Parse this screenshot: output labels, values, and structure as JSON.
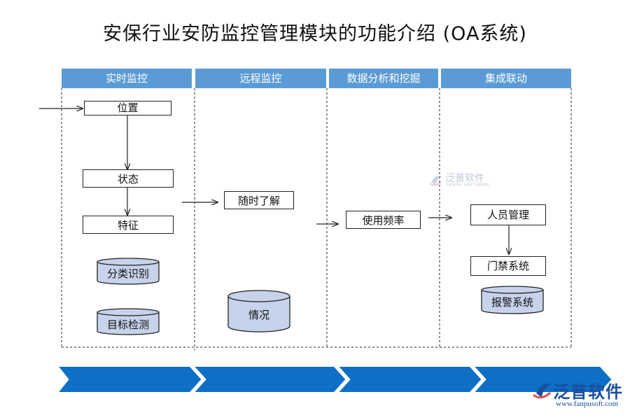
{
  "title": "安保行业安防监控管理模块的功能介绍 (OA系统)",
  "columns": [
    {
      "label": "实时监控"
    },
    {
      "label": "远程监控"
    },
    {
      "label": "数据分析和挖掘"
    },
    {
      "label": "集成联动"
    }
  ],
  "realtime": {
    "position": "位置",
    "status": "状态",
    "feature": "特征",
    "classify": "分类识别",
    "target": "目标检测"
  },
  "remote": {
    "anytime": "随时了解",
    "situation": "情况"
  },
  "analysis": {
    "frequency": "使用频率"
  },
  "integration": {
    "personnel": "人员管理",
    "access": "门禁系统",
    "alarm": "报警系统"
  },
  "watermark": {
    "text": "泛普软件",
    "sub": "FANPU SOFTWARE"
  },
  "logo": {
    "text": "泛普软件",
    "url": "www.fanpusoft.com"
  },
  "colors": {
    "header": "#5b9bd5",
    "cylinder": "#c6d3ea",
    "arrow_band": "#0d6fc6"
  }
}
